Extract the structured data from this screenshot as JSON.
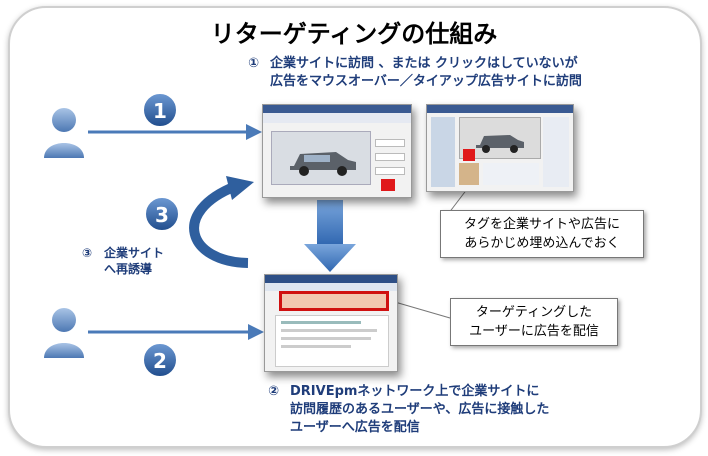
{
  "title": "リターゲティングの仕組み",
  "step1": {
    "num": "①",
    "line1": "企業サイトに訪問 、または クリックはしていないが",
    "line2": "広告をマウスオーバー／タイアップ広告サイトに訪問",
    "badge": "1"
  },
  "step2": {
    "num": "②",
    "line1": "DRIVEpmネットワーク上で企業サイトに",
    "line2": "訪問履歴のあるユーザーや、広告に接触した",
    "line3": "ユーザーへ広告を配信",
    "badge": "2"
  },
  "step3": {
    "num": "③",
    "line1": "企業サイト",
    "line2": "へ再誘導",
    "badge": "3"
  },
  "callout_tag": {
    "line1": "タグを企業サイトや広告に",
    "line2": "あらかじめ埋め込んでおく"
  },
  "callout_target": {
    "line1": "ターゲティングした",
    "line2": "ユーザーに広告を配信"
  },
  "colors": {
    "arrow": "#4a7ab8",
    "badge": "#2f5f9e",
    "ad_red": "#e0191b",
    "text_blue": "#1f3d7a"
  }
}
